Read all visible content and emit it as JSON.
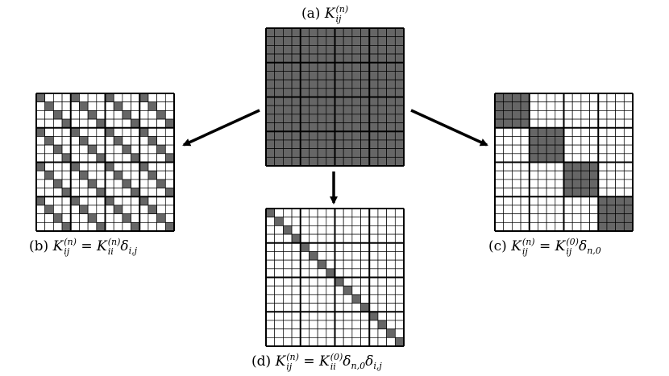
{
  "figure": {
    "grid": {
      "cells": 16,
      "block": 4
    },
    "colors": {
      "filled": "#666666",
      "empty": "#ffffff",
      "line": "#000000"
    },
    "panels": [
      {
        "id": "a",
        "tag": "(a)",
        "symbol": "K",
        "sup": "(n)",
        "sub": "ij",
        "rhs": null,
        "pattern": "full"
      },
      {
        "id": "b",
        "tag": "(b)",
        "symbol": "K",
        "sup": "(n)",
        "sub": "ij",
        "rhs": {
          "symbol": "K",
          "sup": "(n)",
          "sub": "ii",
          "deltas": [
            {
              "sym": "δ",
              "sub": "i,j"
            }
          ]
        },
        "pattern": "intra-block-diagonal"
      },
      {
        "id": "c",
        "tag": "(c)",
        "symbol": "K",
        "sup": "(n)",
        "sub": "ij",
        "rhs": {
          "symbol": "K",
          "sup": "(0)",
          "sub": "ij",
          "deltas": [
            {
              "sym": "δ",
              "sub": "n,0"
            }
          ]
        },
        "pattern": "block-diagonal"
      },
      {
        "id": "d",
        "tag": "(d)",
        "symbol": "K",
        "sup": "(n)",
        "sub": "ij",
        "rhs": {
          "symbol": "K",
          "sup": "(0)",
          "sub": "ii",
          "deltas": [
            {
              "sym": "δ",
              "sub": "n,0"
            },
            {
              "sym": "δ",
              "sub": "i,j"
            }
          ]
        },
        "pattern": "full-diagonal"
      }
    ]
  }
}
